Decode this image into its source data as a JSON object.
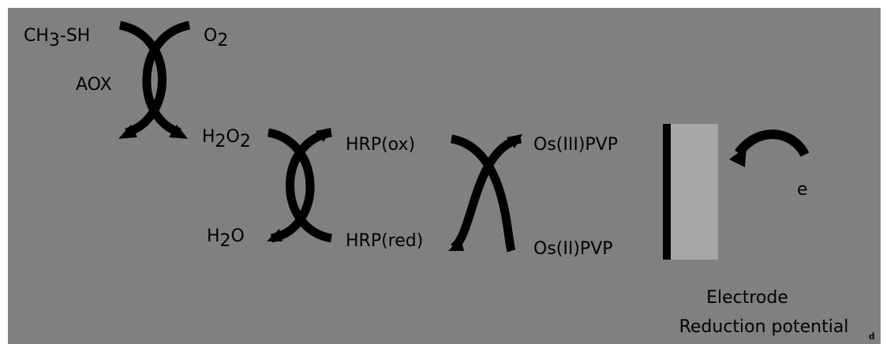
{
  "background_color": "#808080",
  "electrode_color": "#a6a6a6",
  "ink_color": "#000000",
  "species": {
    "ch3sh": {
      "pre": "CH",
      "sub": "3",
      "post": "-SH"
    },
    "o2": {
      "pre": "O",
      "sub": "2"
    },
    "aox": "AOX",
    "h2o2": {
      "a": "H",
      "s1": "2",
      "b": "O",
      "s2": "2"
    },
    "h2o": {
      "a": "H",
      "s1": "2",
      "b": "O"
    },
    "hrp_ox": "HRP(ox)",
    "hrp_red": "HRP(red)",
    "os3": "Os(III)PVP",
    "os2": "Os(II)PVP",
    "electron": "e"
  },
  "electrode": {
    "label": "Electrode",
    "potential": "Reduction potential"
  },
  "corner_mark": "d"
}
